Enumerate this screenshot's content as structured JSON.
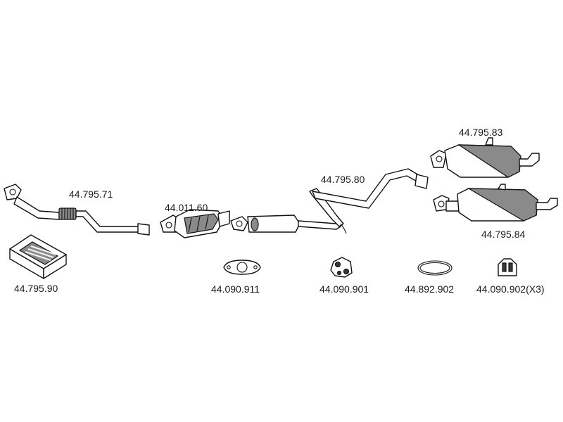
{
  "parts": [
    {
      "id": "front-pipe",
      "number": "44.795.71"
    },
    {
      "id": "catalytic-converter",
      "number": "44.011.60"
    },
    {
      "id": "centre-pipe",
      "number": "44.795.80"
    },
    {
      "id": "rear-silencer-upper",
      "number": "44.795.83"
    },
    {
      "id": "rear-silencer-lower",
      "number": "44.795.84"
    },
    {
      "id": "fitting-kit",
      "number": "44.795.90"
    },
    {
      "id": "gasket",
      "number": "44.090.911"
    },
    {
      "id": "rubber-mount",
      "number": "44.090.901"
    },
    {
      "id": "sealing-ring",
      "number": "44.892.902"
    },
    {
      "id": "rubber-hanger",
      "number": "44.090.902(X3)"
    }
  ]
}
